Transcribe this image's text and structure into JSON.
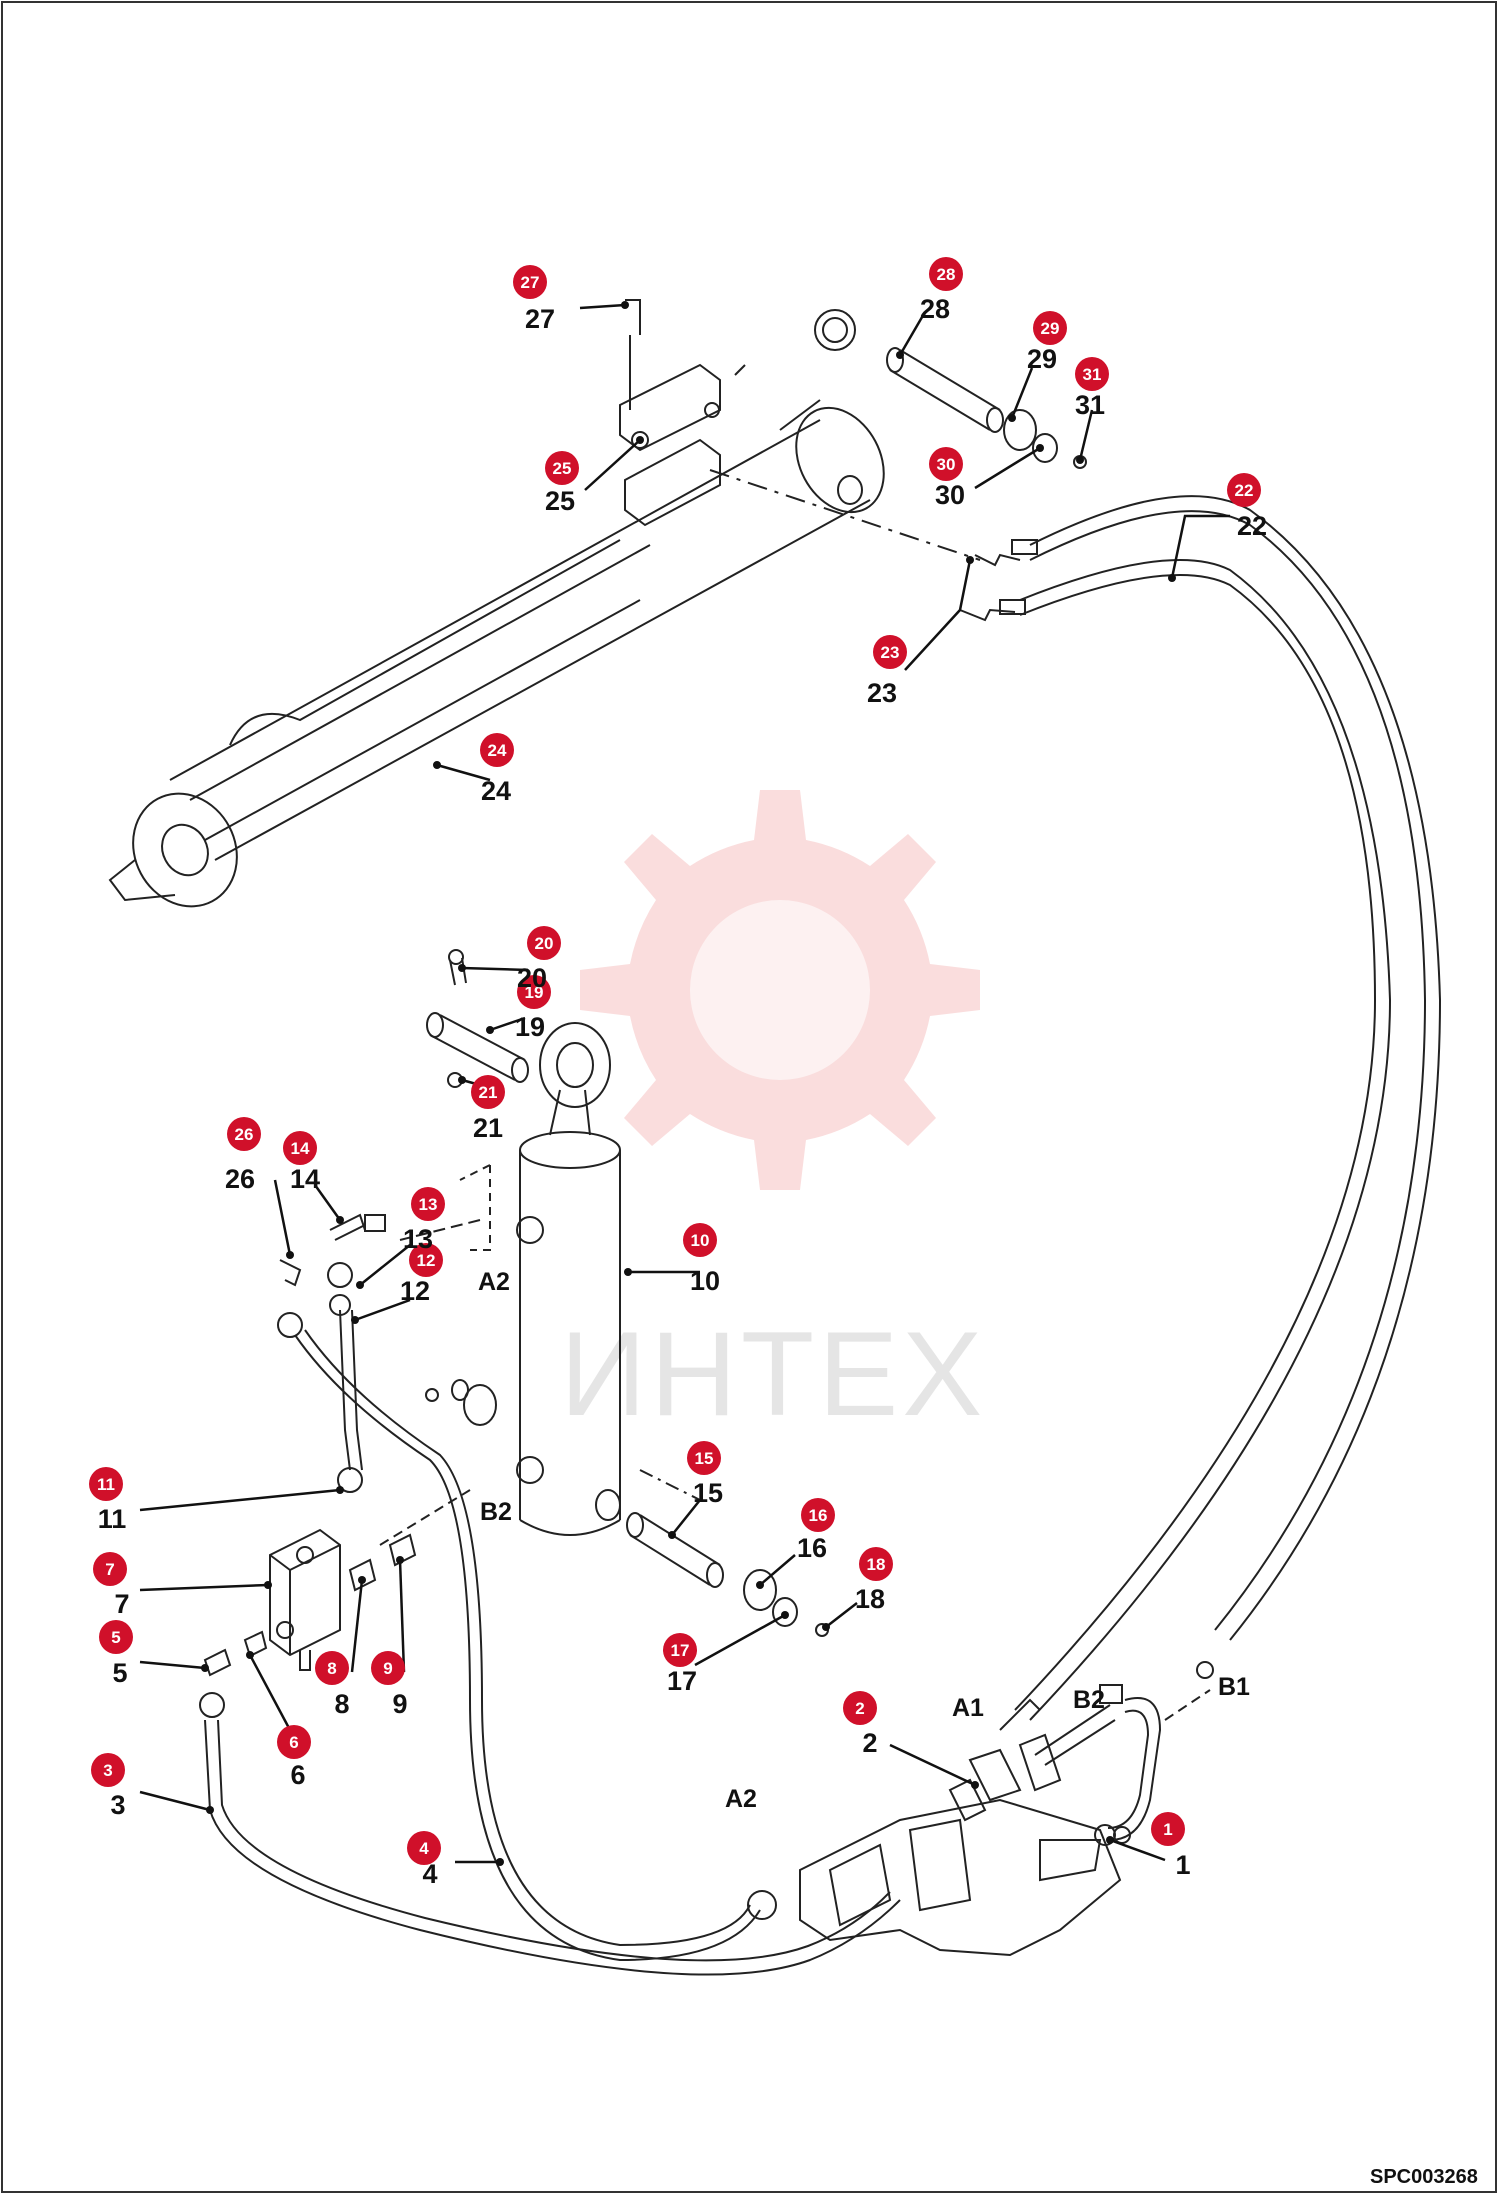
{
  "diagram": {
    "drawing_code": "SPC003268",
    "watermark": "ИНТЕХ",
    "colors": {
      "badge": "#d0102a",
      "line": "#222222",
      "watermark": "#f3b8b8"
    },
    "ports": [
      "A1",
      "B2",
      "B1",
      "A2",
      "B2",
      "A2"
    ],
    "callouts": [
      {
        "n": "1",
        "badge": "1",
        "label": "1"
      },
      {
        "n": "2",
        "badge": "2",
        "label": "2"
      },
      {
        "n": "3",
        "badge": "3",
        "label": "3"
      },
      {
        "n": "4",
        "badge": "4",
        "label": "4"
      },
      {
        "n": "5",
        "badge": "5",
        "label": "5"
      },
      {
        "n": "6",
        "badge": "6",
        "label": "6"
      },
      {
        "n": "7",
        "badge": "7",
        "label": "7"
      },
      {
        "n": "8",
        "badge": "8",
        "label": "8"
      },
      {
        "n": "9",
        "badge": "9",
        "label": "9"
      },
      {
        "n": "10",
        "badge": "10",
        "label": "10"
      },
      {
        "n": "11",
        "badge": "11",
        "label": "11"
      },
      {
        "n": "12",
        "badge": "12",
        "label": "12"
      },
      {
        "n": "13",
        "badge": "13",
        "label": "13"
      },
      {
        "n": "14",
        "badge": "14",
        "label": "14"
      },
      {
        "n": "15",
        "badge": "15",
        "label": "15"
      },
      {
        "n": "16",
        "badge": "16",
        "label": "16"
      },
      {
        "n": "17",
        "badge": "17",
        "label": "17"
      },
      {
        "n": "18",
        "badge": "18",
        "label": "18"
      },
      {
        "n": "19",
        "badge": "19",
        "label": "19"
      },
      {
        "n": "20",
        "badge": "20",
        "label": "20"
      },
      {
        "n": "21",
        "badge": "21",
        "label": "21"
      },
      {
        "n": "22",
        "badge": "22",
        "label": "22"
      },
      {
        "n": "23",
        "badge": "23",
        "label": "23"
      },
      {
        "n": "24",
        "badge": "24",
        "label": "24"
      },
      {
        "n": "25",
        "badge": "25",
        "label": "25"
      },
      {
        "n": "26",
        "badge": "26",
        "label": "26"
      },
      {
        "n": "27",
        "badge": "27",
        "label": "27"
      },
      {
        "n": "28",
        "badge": "28",
        "label": "28"
      },
      {
        "n": "29",
        "badge": "29",
        "label": "29"
      },
      {
        "n": "30",
        "badge": "30",
        "label": "30"
      },
      {
        "n": "31",
        "badge": "31",
        "label": "31"
      }
    ]
  }
}
